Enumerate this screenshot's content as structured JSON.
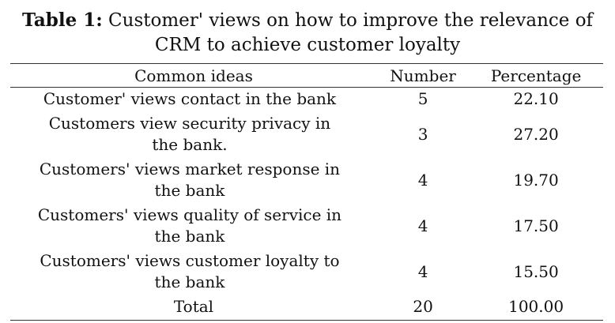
{
  "caption": {
    "lead": "Table 1:",
    "text": " Customer' views on how to improve the relevance of CRM to achieve customer loyalty"
  },
  "table": {
    "headers": [
      "Common ideas",
      "Number",
      "Percentage"
    ],
    "rows": [
      {
        "idea": "Customer' views contact in the bank",
        "number": "5",
        "percentage": "22.10"
      },
      {
        "idea": "Customers view security privacy in the bank.",
        "number": "3",
        "percentage": "27.20"
      },
      {
        "idea": "Customers' views market response in the bank",
        "number": "4",
        "percentage": "19.70"
      },
      {
        "idea": "Customers' views quality of service in the bank",
        "number": "4",
        "percentage": "17.50"
      },
      {
        "idea": "Customers' views customer loyalty to the bank",
        "number": "4",
        "percentage": "15.50"
      },
      {
        "idea": "Total",
        "number": "20",
        "percentage": "100.00"
      }
    ]
  }
}
